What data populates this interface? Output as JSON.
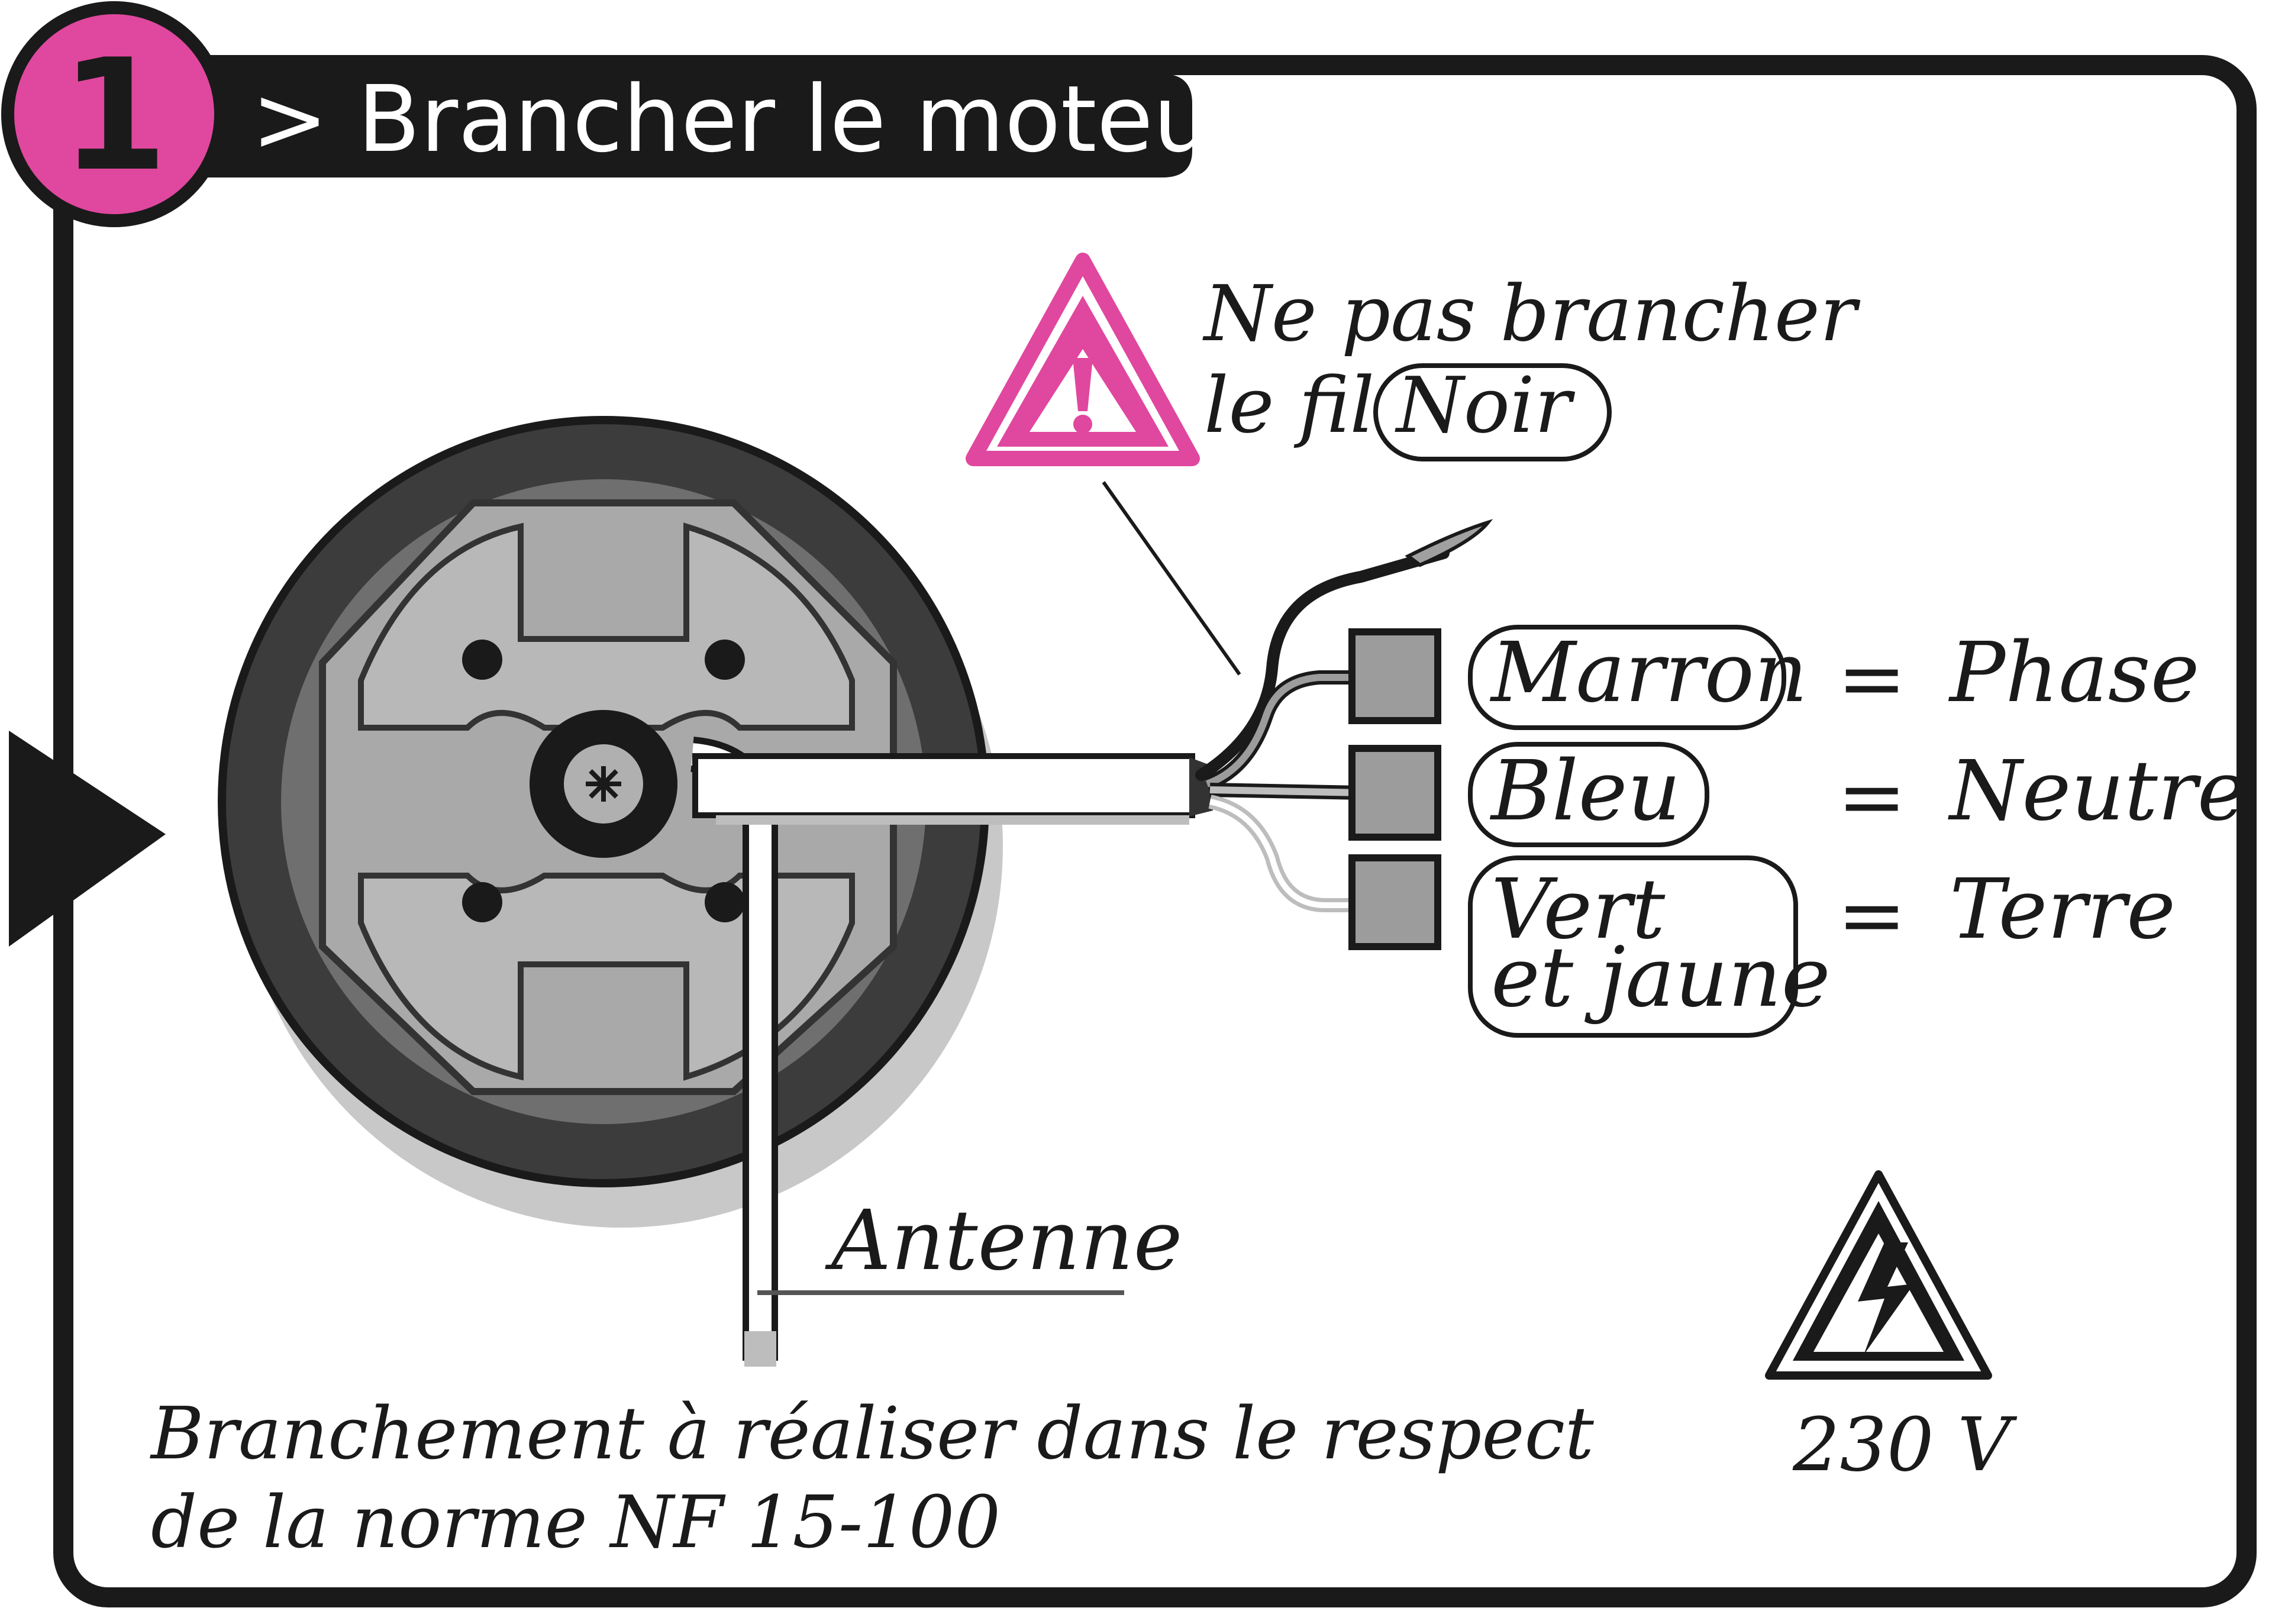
{
  "step_number": "1",
  "title": "> Brancher le moteur",
  "warning": {
    "line1": "Ne pas brancher",
    "line2": "le fil",
    "wire": "Noir",
    "icon": "warning-triangle-icon"
  },
  "wires": [
    {
      "color": "Marron",
      "meaning": "Phase"
    },
    {
      "color": "Bleu",
      "meaning": "Neutre"
    },
    {
      "color_line1": "Vert",
      "color_line2": "et jaune",
      "meaning": "Terre"
    }
  ],
  "equals": "=",
  "antenna_label": "Antenne",
  "note": {
    "line1": "Branchement à réaliser dans le respect",
    "line2": "de la norme NF 15-100"
  },
  "voltage": {
    "label": "230 V",
    "icon": "high-voltage-icon"
  },
  "colors": {
    "accent": "#e040a0",
    "frame": "#1a1a1a",
    "motor_dark": "#3a3a3a",
    "motor_mid": "#6e6e6e",
    "plate": "#a8a8a8",
    "terminal": "#9a9a9a"
  }
}
